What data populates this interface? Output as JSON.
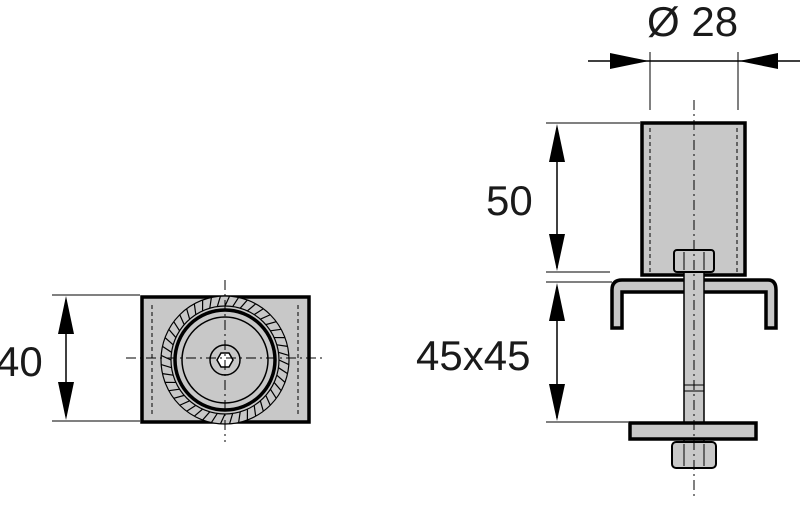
{
  "dimensions": {
    "diameter": "Ø 28",
    "height_tube": "50",
    "bracket_size": "45x45",
    "plate_height": "40"
  },
  "colors": {
    "part_fill": "#c8c8c8",
    "line": "#000000"
  }
}
